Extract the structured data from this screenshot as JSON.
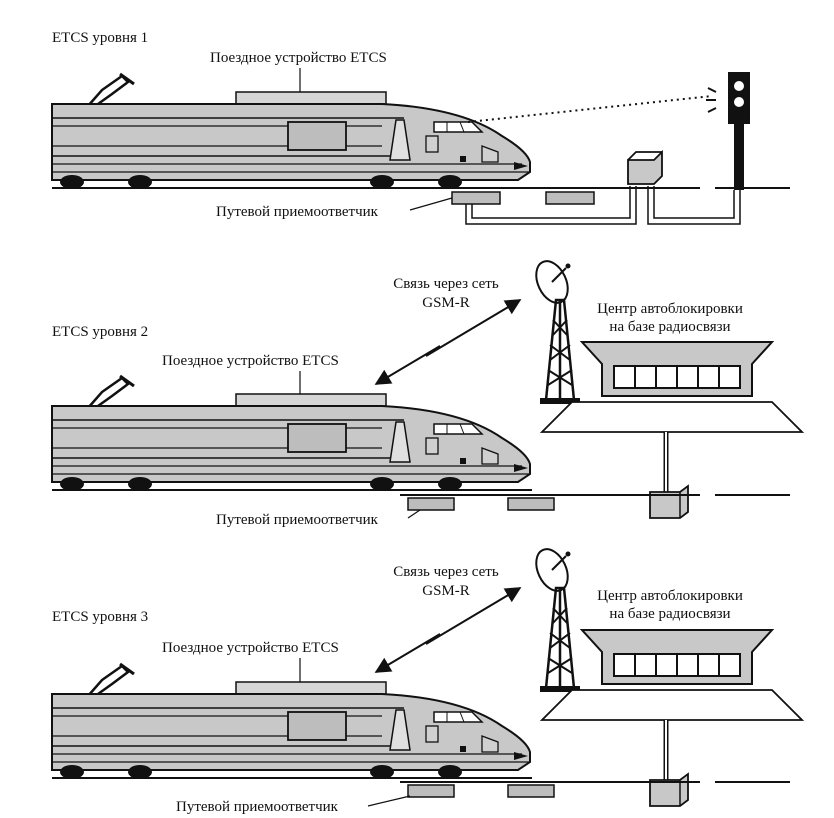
{
  "panels": [
    {
      "level_title": "ETCS уровня 1",
      "onboard_label": "Поездное устройство ETCS",
      "balise_label": "Путевой приемоответчик"
    },
    {
      "level_title": "ETCS уровня 2",
      "onboard_label": "Поездное устройство ETCS",
      "balise_label": "Путевой приемоответчик",
      "gsm_label_line1": "Связь через сеть",
      "gsm_label_line2": "GSM-R",
      "rbc_label_line1": "Центр автоблокировки",
      "rbc_label_line2": "на базе радиосвязи"
    },
    {
      "level_title": "ETCS уровня 3",
      "onboard_label": "Поездное устройство ETCS",
      "balise_label": "Путевой приемоответчик",
      "gsm_label_line1": "Связь через сеть",
      "gsm_label_line2": "GSM-R",
      "rbc_label_line1": "Центр автоблокировки",
      "rbc_label_line2": "на базе радиосвязи"
    }
  ],
  "colors": {
    "train_body": "#c8c8c8",
    "train_dark": "#9a9a9a",
    "line": "#111111",
    "equipment": "#bdbdbd"
  }
}
